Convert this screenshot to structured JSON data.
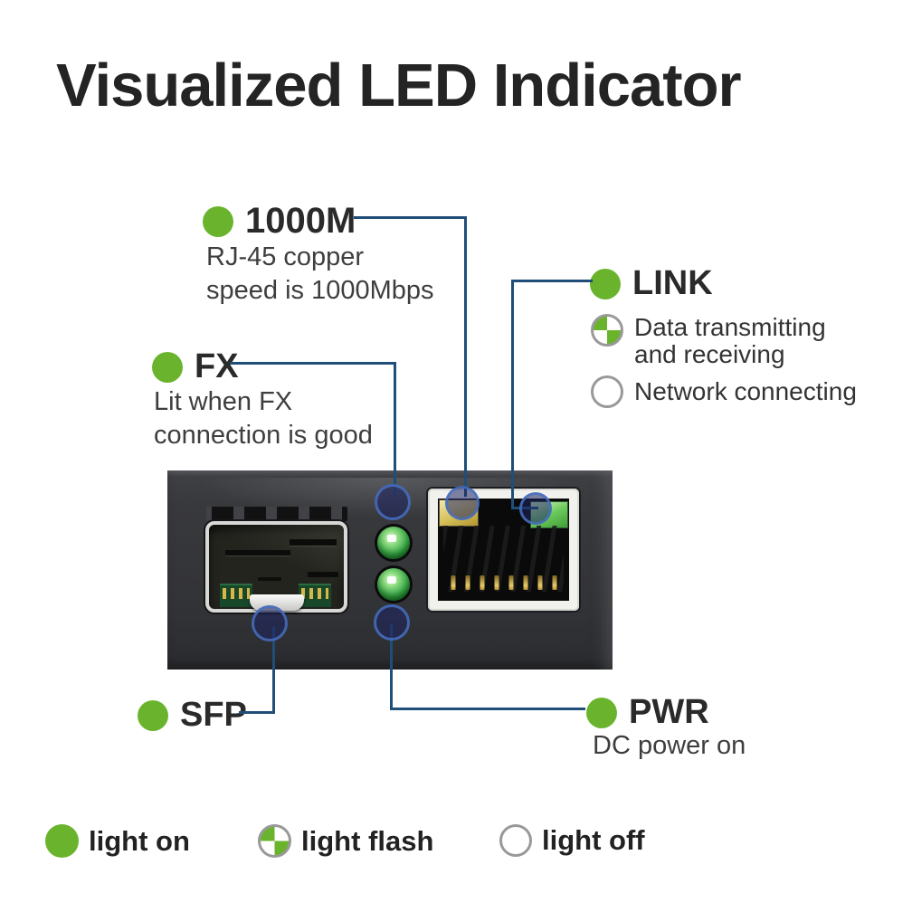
{
  "title": "Visualized LED Indicator",
  "callouts": {
    "m1000": {
      "label": "1000M",
      "desc1": "RJ-45 copper",
      "desc2": "speed is 1000Mbps"
    },
    "link": {
      "label": "LINK",
      "flash_text1": "Data transmitting",
      "flash_text2": "and receiving",
      "off_text": "Network connecting"
    },
    "fx": {
      "label": "FX",
      "desc1": "Lit when FX",
      "desc2": "connection is good"
    },
    "sfp": {
      "label": "SFP"
    },
    "pwr": {
      "label": "PWR",
      "desc": "DC power on"
    }
  },
  "legend": {
    "on": "light on",
    "flash": "light flash",
    "off": "light off"
  },
  "icons": {
    "solid_green_dot": "led-state-on-icon",
    "quartered_dot": "led-state-flash-icon",
    "hollow_dot": "led-state-off-icon"
  },
  "colors": {
    "accent_green": "#6ab42d",
    "connector_blue": "#1f4e79",
    "node_ring_blue": "#4870c2",
    "title_text": "#242424",
    "panel_gray": "#37383b"
  }
}
